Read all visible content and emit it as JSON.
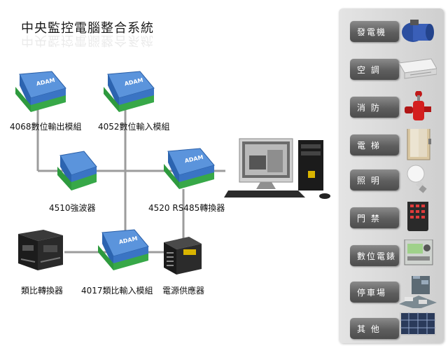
{
  "title": "中央監控電腦整合系統",
  "devices": {
    "io_4068": "4068數位輸出模組",
    "io_4052": "4052數位輸入模組",
    "repeater_4510": "4510強波器",
    "converter_4520": "4520 RS485轉換器",
    "analog_converter": "類比轉換器",
    "io_4017": "4017類比輸入模組",
    "power_supply": "電源供應器"
  },
  "device_badge": "ADAM",
  "sidebar": {
    "items": [
      {
        "label": "發電機",
        "icon": "generator-icon"
      },
      {
        "label": "空 調",
        "icon": "air-conditioner-icon"
      },
      {
        "label": "消 防",
        "icon": "fire-hydrant-icon"
      },
      {
        "label": "電 梯",
        "icon": "elevator-icon"
      },
      {
        "label": "照 明",
        "icon": "light-bulb-icon"
      },
      {
        "label": "門 禁",
        "icon": "access-keypad-icon"
      },
      {
        "label": "數位電錶",
        "icon": "digital-meter-icon"
      },
      {
        "label": "停車場",
        "icon": "parking-lot-icon"
      },
      {
        "label": "其 他",
        "icon": "solar-panel-icon"
      }
    ]
  },
  "colors": {
    "module_blue": "#3f7fd0",
    "terminal_green": "#2e9a3e",
    "pill_gray": "#5e5e5e",
    "panel_gray": "#d8d8d8",
    "wire_gray": "#9a9a9a"
  }
}
